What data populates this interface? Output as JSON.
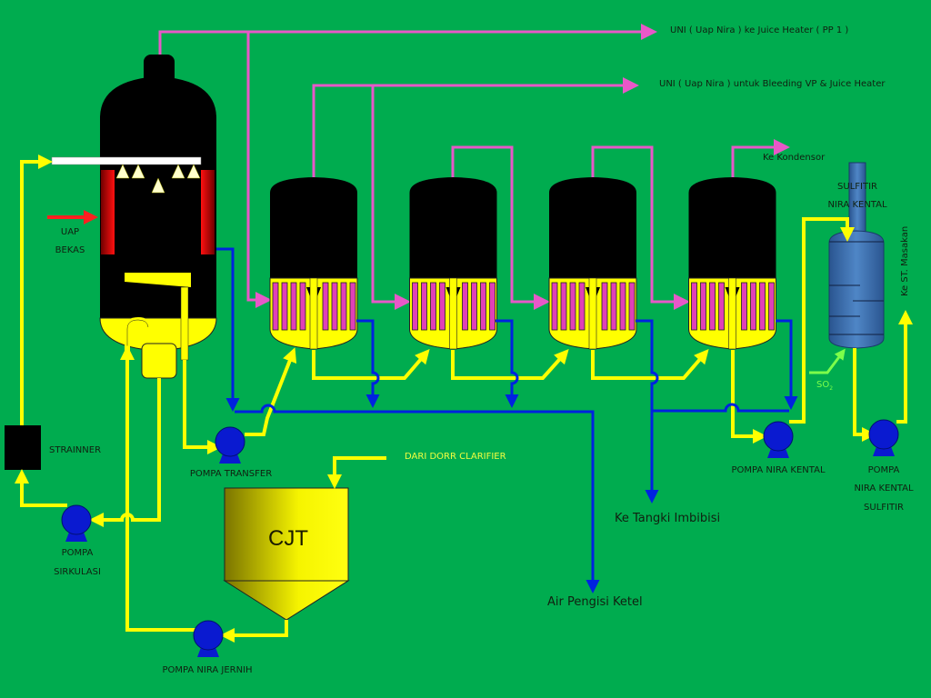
{
  "title": "Evaporator station flow diagram",
  "colors": {
    "background": "#00ac4f",
    "vapor_line": "#e858c8",
    "juice_line": "#ffff00",
    "condensate_line": "#0022e0",
    "steam_arrow": "#ff2020",
    "so2_line": "#7dff4a",
    "pump": "#0a1ad0"
  },
  "labels": {
    "vapor_to_juice_heater": "UNI ( Uap Nira ) ke Juice Heater ( PP 1 )",
    "vapor_bleeding": "UNI ( Uap Nira ) untuk Bleeding VP & Juice Heater",
    "to_condenser": "Ke Kondensor",
    "sulfitir_line1": "SULFITIR",
    "sulfitir_line2": "NIRA KENTAL",
    "to_st_masakan": "Ke ST. Masakan",
    "so2": "SO",
    "so2_sub": "2",
    "exhaust_steam_line1": "UAP",
    "exhaust_steam_line2": "BEKAS",
    "strainer": "STRAINNER",
    "pump_transfer": "POMPA TRANSFER",
    "pump_circulation_line1": "POMPA",
    "pump_circulation_line2": "SIRKULASI",
    "from_dorr_clarifier": "DARI DORR CLARIFIER",
    "cjt": "CJT",
    "pump_clear_juice": "POMPA NIRA JERNIH",
    "to_imbibition_tank": "Ke Tangki Imbibisi",
    "boiler_feed_water": "Air Pengisi Ketel",
    "pump_thick_juice": "POMPA NIRA KENTAL",
    "pump_sulf_line1": "POMPA",
    "pump_sulf_line2": "NIRA KENTAL",
    "pump_sulf_line3": "SULFITIR"
  },
  "equipment": {
    "preheater_vessel": "Quintuple-effect first body (falling film)",
    "evaporator_count": 4
  }
}
